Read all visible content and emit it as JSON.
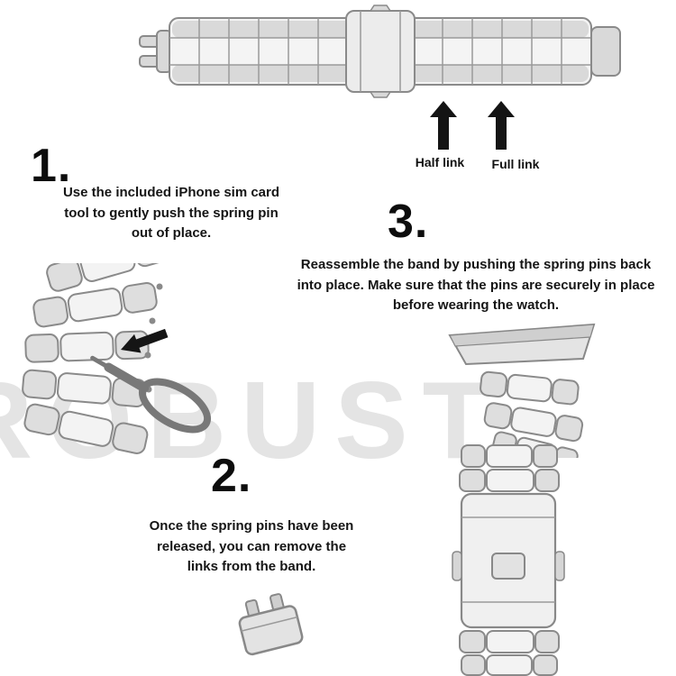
{
  "watermark": "ROBUST",
  "band_diagram": {
    "half_link_label": "Half link",
    "full_link_label": "Full link"
  },
  "steps": [
    {
      "number": "1.",
      "text": "Use the included iPhone sim card\ntool to gently push the spring pin\nout of place."
    },
    {
      "number": "2.",
      "text": "Once the spring pins have been\nreleased, you can remove the\nlinks from the band."
    },
    {
      "number": "3.",
      "text": "Reassemble the band by pushing the spring pins back\ninto place. Make sure that the pins are securely in place\nbefore wearing the watch."
    }
  ],
  "icons": {
    "up_arrow": "⬆",
    "pointer_arrow": "⬅",
    "sim_eject_tool": "sim-eject-tool"
  }
}
